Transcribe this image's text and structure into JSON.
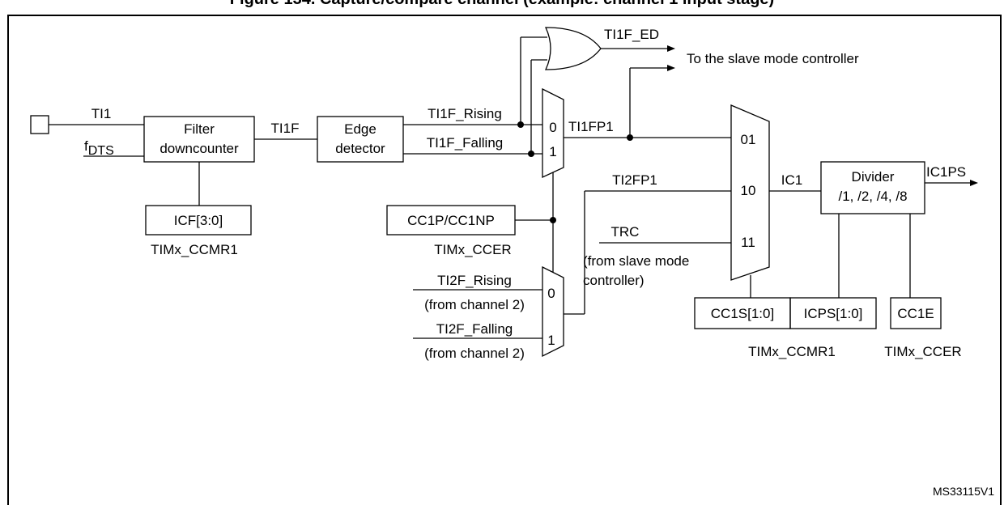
{
  "title": "Figure 134. Capture/compare channel (example: channel 1 input stage)",
  "labels": {
    "ti1": "TI1",
    "fdts_main": "f",
    "fdts_sub": "DTS",
    "ti1f": "TI1F",
    "ti1f_rising": "TI1F_Rising",
    "ti1f_falling": "TI1F_Falling",
    "ti1f_ed": "TI1F_ED",
    "slave_mode": "To the slave mode controller",
    "ti1fp1": "TI1FP1",
    "ti2fp1": "TI2FP1",
    "trc": "TRC",
    "from_slave_1": "(from slave mode",
    "from_slave_2": "controller)",
    "ti2f_rising": "TI2F_Rising",
    "ti2f_falling": "TI2F_Falling",
    "from_ch2_a": "(from channel 2)",
    "from_ch2_b": "(from channel 2)",
    "ic1": "IC1",
    "ic1ps": "IC1PS",
    "mux1_in0": "0",
    "mux1_in1": "1",
    "mux2_in0": "0",
    "mux2_in1": "1",
    "mux3_in01": "01",
    "mux3_in10": "10",
    "mux3_in11": "11",
    "timx_ccmr1_a": "TIMx_CCMR1",
    "timx_ccer_a": "TIMx_CCER",
    "timx_ccmr1_b": "TIMx_CCMR1",
    "timx_ccer_b": "TIMx_CCER",
    "footnote": "MS33115V1"
  },
  "blocks": {
    "filter_1": "Filter",
    "filter_2": "downcounter",
    "edge_1": "Edge",
    "edge_2": "detector",
    "icf": "ICF[3:0]",
    "cc1p": "CC1P/CC1NP",
    "divider_1": "Divider",
    "divider_2": "/1, /2, /4, /8",
    "cc1s": "CC1S[1:0]",
    "icps": "ICPS[1:0]",
    "cc1e": "CC1E"
  }
}
